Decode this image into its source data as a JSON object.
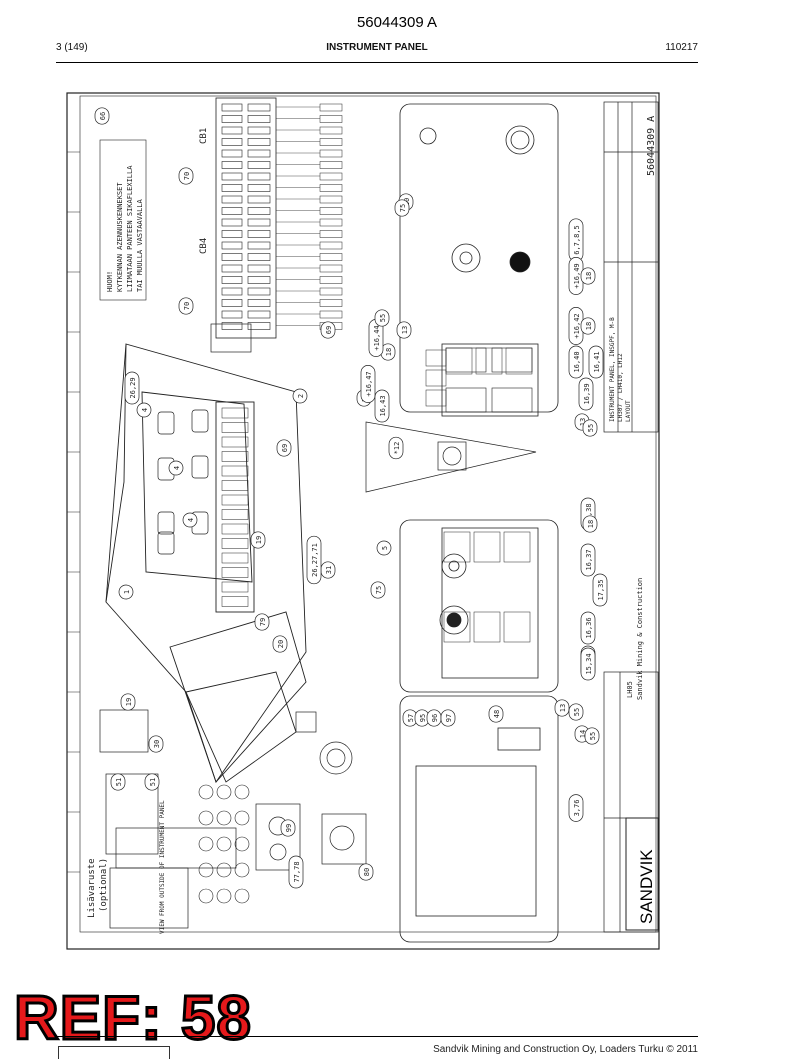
{
  "header": {
    "doc_number": "56044309 A",
    "page": "3 (149)",
    "title": "INSTRUMENT PANEL",
    "date": "110217"
  },
  "drawing": {
    "brand": "SANDVIK",
    "notice_lines": [
      "HUOM!",
      "KYTKENNAN AZENNUSKENNEKSET",
      "LIIMATAAN PANTEEN SIKAFLEXILLA",
      "TAI MUULLA VASTAAVALLA"
    ],
    "cb_labels": [
      "CB1",
      "CB4"
    ],
    "drawing_no": "56044309 A",
    "title_block": [
      "INSTRUMENT PANEL, INSGPF, M-B",
      "LH307 / LH410, LH12",
      "LAYOUT"
    ],
    "company": "Sandvik Mining & Construction",
    "model": "LH05",
    "option_note": "Lisävaruste",
    "option_sub": "(optional)",
    "view_note": "VIEW FROM OUTSIDE OF INSTRUMENT PANEL",
    "callouts": [
      "66",
      "70",
      "70",
      "69",
      "26,29",
      "4",
      "4",
      "4",
      "1",
      "19",
      "30",
      "51",
      "51",
      "77,78",
      "80",
      "99",
      "20",
      "79",
      "31",
      "75",
      "5",
      "18",
      "26,27,71",
      "19",
      "69",
      "2",
      "18",
      "+16,47",
      "16,43",
      "+16,44",
      "55",
      "13",
      "10",
      "75",
      "6,7,8,5",
      "+16,49",
      "18",
      "+16,42",
      "18",
      "16,40",
      "16,41",
      "16,39",
      "13",
      "55",
      "*12",
      "16,38",
      "18",
      "16,37",
      "17,35",
      "16,36",
      "15,33",
      "15,34",
      "13",
      "55",
      "57",
      "95",
      "96",
      "97",
      "48",
      "14",
      "55",
      "3,76"
    ]
  },
  "footer": {
    "reference": "REF: 58",
    "company": "Sandvik Mining and Construction Oy, Loaders Turku © 2011"
  }
}
